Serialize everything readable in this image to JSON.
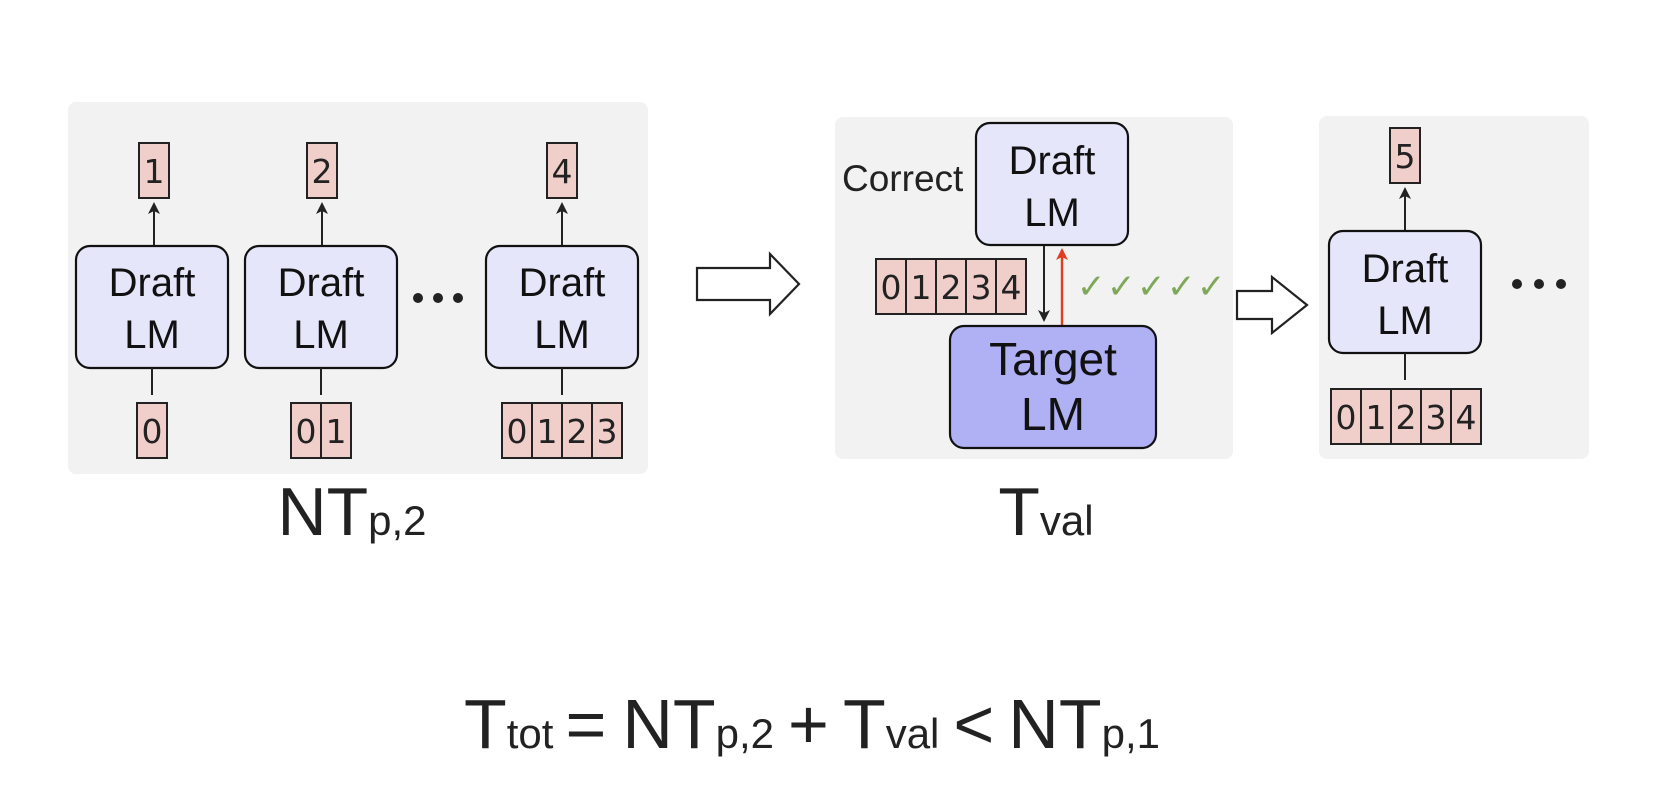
{
  "panel1": {
    "blocks": [
      {
        "box": [
          "Draft",
          "LM"
        ],
        "output": "1",
        "inputs": [
          "0"
        ]
      },
      {
        "box": [
          "Draft",
          "LM"
        ],
        "output": "2",
        "inputs": [
          "0",
          "1"
        ]
      },
      {
        "box": [
          "Draft",
          "LM"
        ],
        "output": "4",
        "inputs": [
          "0",
          "1",
          "2",
          "3"
        ]
      }
    ],
    "label_main": "NT",
    "label_sub": "p,2"
  },
  "panel2": {
    "correct_label": "Correct",
    "draft_box": [
      "Draft",
      "LM"
    ],
    "tokens": [
      "0",
      "1",
      "2",
      "3",
      "4"
    ],
    "checks": [
      "✓",
      "✓",
      "✓",
      "✓",
      "✓"
    ],
    "target_box": [
      "Target",
      "LM"
    ],
    "label_main": "T",
    "label_sub": "val"
  },
  "panel3": {
    "draft_box": [
      "Draft",
      "LM"
    ],
    "output": "5",
    "inputs": [
      "0",
      "1",
      "2",
      "3",
      "4"
    ]
  },
  "equation": {
    "t1": "T",
    "s1": "tot",
    "eq": "=",
    "t2": "NT",
    "s2": "p,2",
    "plus": "+",
    "t3": "T",
    "s3": "val",
    "lt": "<",
    "t4": "NT",
    "s4": "p,1"
  },
  "colors": {
    "panel_bg": "#f2f2f2",
    "draft_fill": "#e6e6fa",
    "target_fill": "#b0b0f5",
    "token_fill": "#f0cfcb",
    "check_color": "#7fa85a",
    "correction_arrow": "#e03c1f"
  }
}
